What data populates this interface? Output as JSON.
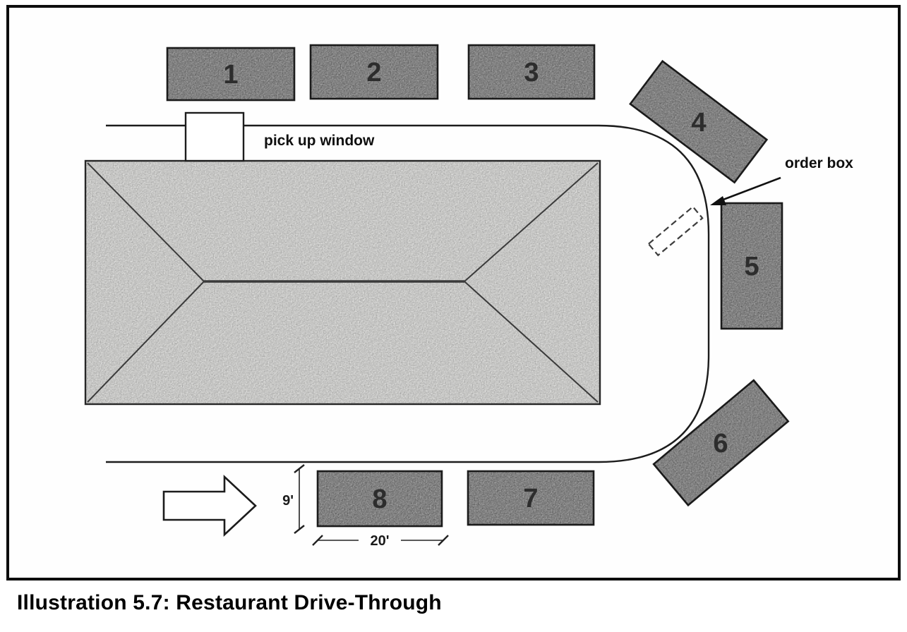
{
  "caption": "Illustration 5.7: Restaurant Drive-Through",
  "labels": {
    "pickup_window": "pick up window",
    "order_box": "order box"
  },
  "dimensions": {
    "stall_depth": "9'",
    "stall_length": "20'"
  },
  "stalls": [
    "1",
    "2",
    "3",
    "4",
    "5",
    "6",
    "7",
    "8"
  ],
  "colors": {
    "stall_fill": "#a7a7a7",
    "roof_fill": "#e3e3e1",
    "line": "#1c1c1c"
  }
}
